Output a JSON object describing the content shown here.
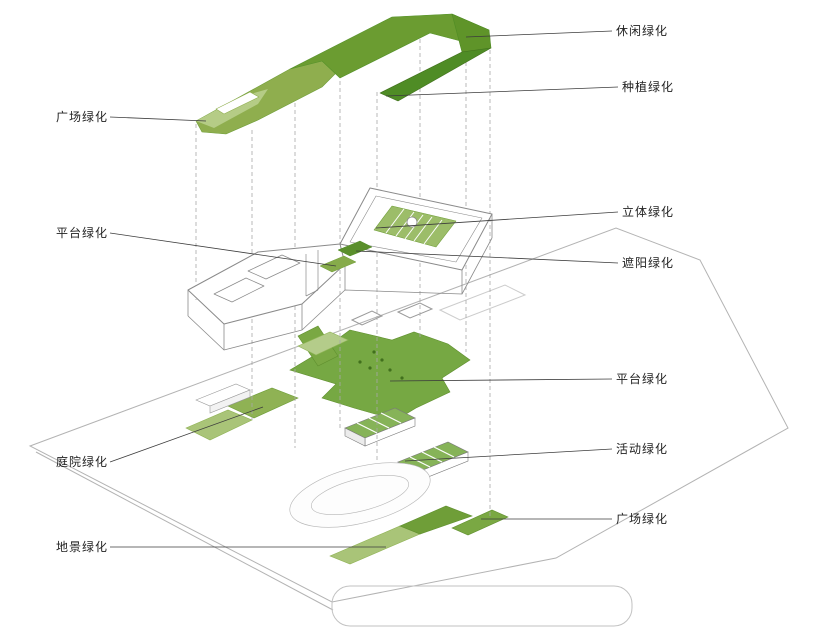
{
  "diagram": {
    "type": "exploded-axonometric-greening-diagram",
    "labels": [
      {
        "id": "leisure-greening",
        "text": "休闲绿化",
        "side": "right"
      },
      {
        "id": "planting-greening",
        "text": "种植绿化",
        "side": "right"
      },
      {
        "id": "plaza-greening-top",
        "text": "广场绿化",
        "side": "left"
      },
      {
        "id": "vertical-greening",
        "text": "立体绿化",
        "side": "right"
      },
      {
        "id": "platform-greening-left",
        "text": "平台绿化",
        "side": "left"
      },
      {
        "id": "shading-greening",
        "text": "遮阳绿化",
        "side": "right"
      },
      {
        "id": "platform-greening-right",
        "text": "平台绿化",
        "side": "right"
      },
      {
        "id": "activity-greening",
        "text": "活动绿化",
        "side": "right"
      },
      {
        "id": "courtyard-greening",
        "text": "庭院绿化",
        "side": "left"
      },
      {
        "id": "plaza-greening-bottom",
        "text": "广场绿化",
        "side": "right"
      },
      {
        "id": "landscape-greening",
        "text": "地景绿化",
        "side": "left"
      }
    ],
    "colors": {
      "green_dark": "#4f8c25",
      "green_mid": "#6f9e38",
      "green_band": "#8fae4e",
      "green_light": "#93b65a",
      "green_pale": "#b5cc86",
      "site_line": "#b3b3b3",
      "building_line": "#8a8a8a",
      "leader_line": "#3c3c3c",
      "label_text": "#222222"
    }
  }
}
